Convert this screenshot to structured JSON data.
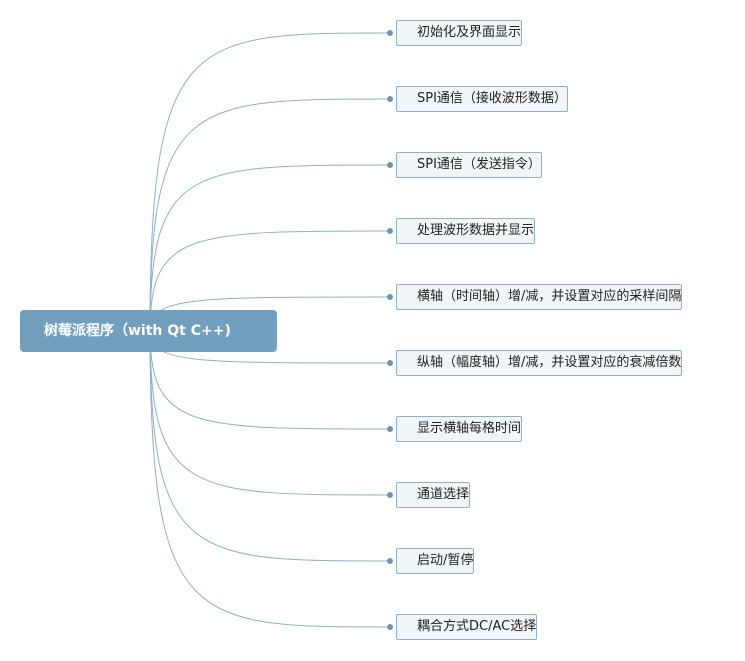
{
  "mindmap": {
    "root": {
      "label": "树莓派程序（with Qt C++)"
    },
    "colors": {
      "root_fill": "#739fbf",
      "root_text": "#ffffff",
      "node_fill": "#f1f5f8",
      "node_border": "#8fb0c8",
      "link": "#8fb0c8",
      "dot": "#6e96b4"
    },
    "children": [
      {
        "label": "初始化及界面显示"
      },
      {
        "label": "SPI通信（接收波形数据）"
      },
      {
        "label": "SPI通信（发送指令）"
      },
      {
        "label": "处理波形数据并显示"
      },
      {
        "label": "横轴（时间轴）增/减，并设置对应的采样间隔"
      },
      {
        "label": "纵轴（幅度轴）增/减，并设置对应的衰减倍数"
      },
      {
        "label": "显示横轴每格时间"
      },
      {
        "label": "通道选择"
      },
      {
        "label": "启动/暂停"
      },
      {
        "label": "耦合方式DC/AC选择"
      }
    ]
  }
}
